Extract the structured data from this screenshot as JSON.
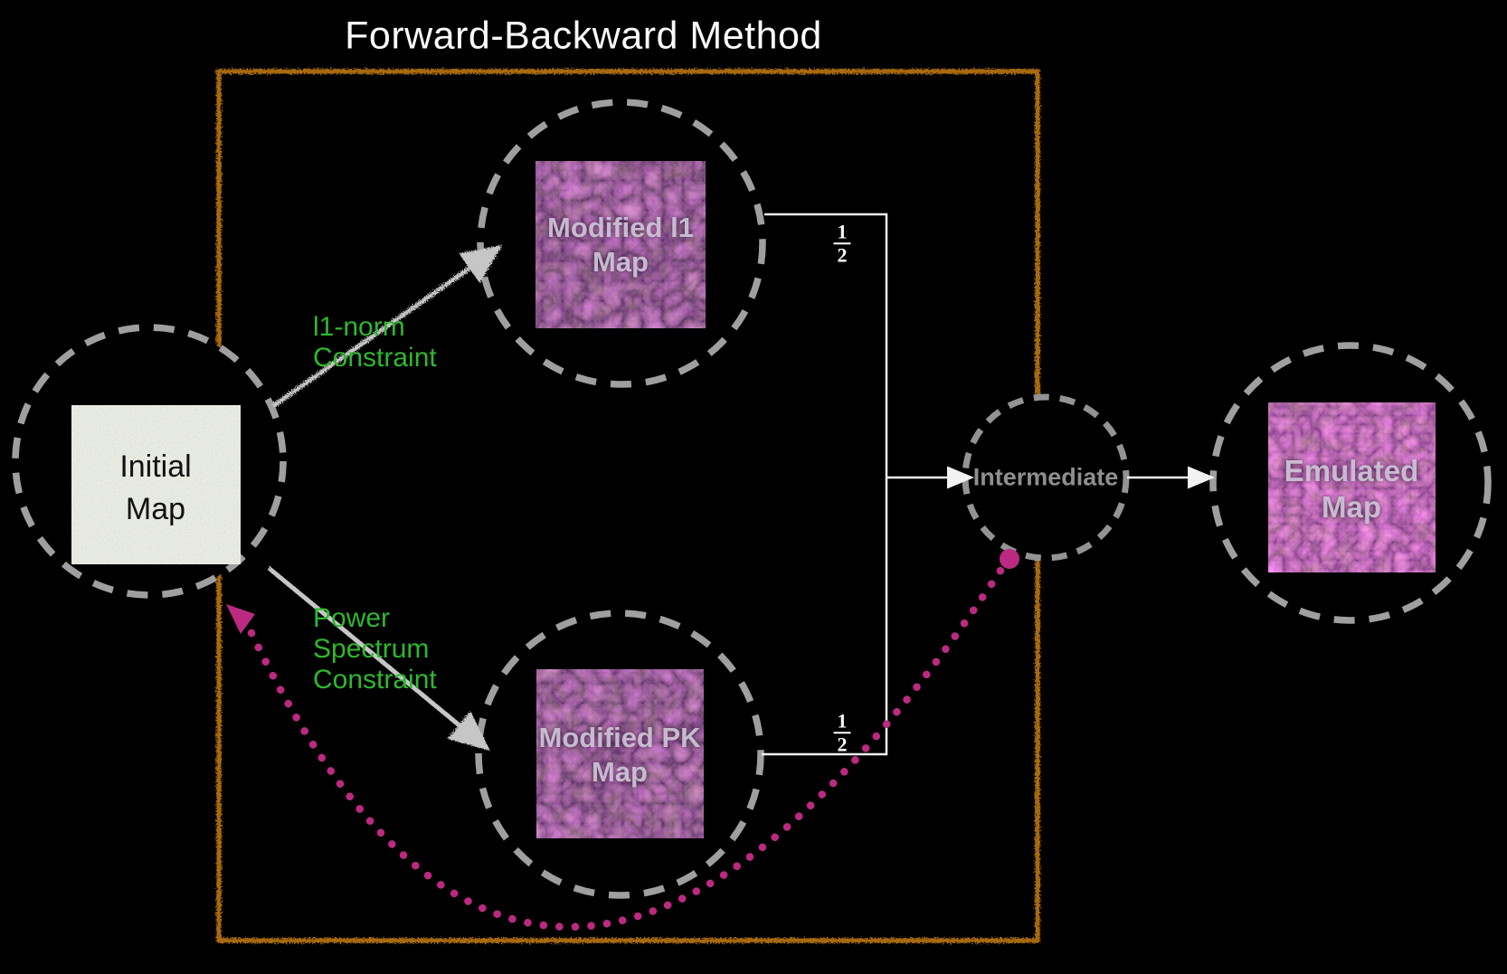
{
  "title": "Forward-Backward Method",
  "nodes": {
    "initial": {
      "line1": "Initial",
      "line2": "Map"
    },
    "modified_l1": {
      "line1": "Modified l1",
      "line2": "Map"
    },
    "modified_pk": {
      "line1": "Modified PK",
      "line2": "Map"
    },
    "intermediate": {
      "label": "Intermediate"
    },
    "emulated": {
      "line1": "Emulated",
      "line2": "Map"
    }
  },
  "labels": {
    "l1_constraint": {
      "line1": "l1-norm",
      "line2": "Constraint"
    },
    "power_spectrum_constraint": {
      "line1": "Power",
      "line2": "Spectrum",
      "line3": "Constraint"
    },
    "weight_top": {
      "numerator": "1",
      "denominator": "2"
    },
    "weight_bottom": {
      "numerator": "1",
      "denominator": "2"
    }
  },
  "colors": {
    "background": "#000000",
    "border_orange": "#a86a10",
    "dashed_circle_gray": "#9f9f9f",
    "constraint_green": "#2eb82e",
    "feedback_pink": "#bb2a80",
    "arrow_white": "#f2f2f2",
    "initial_map_fill": "#ccd1bd",
    "modified_map_fill": "#2b1530",
    "emulated_map_fill": "#5c2a63"
  }
}
